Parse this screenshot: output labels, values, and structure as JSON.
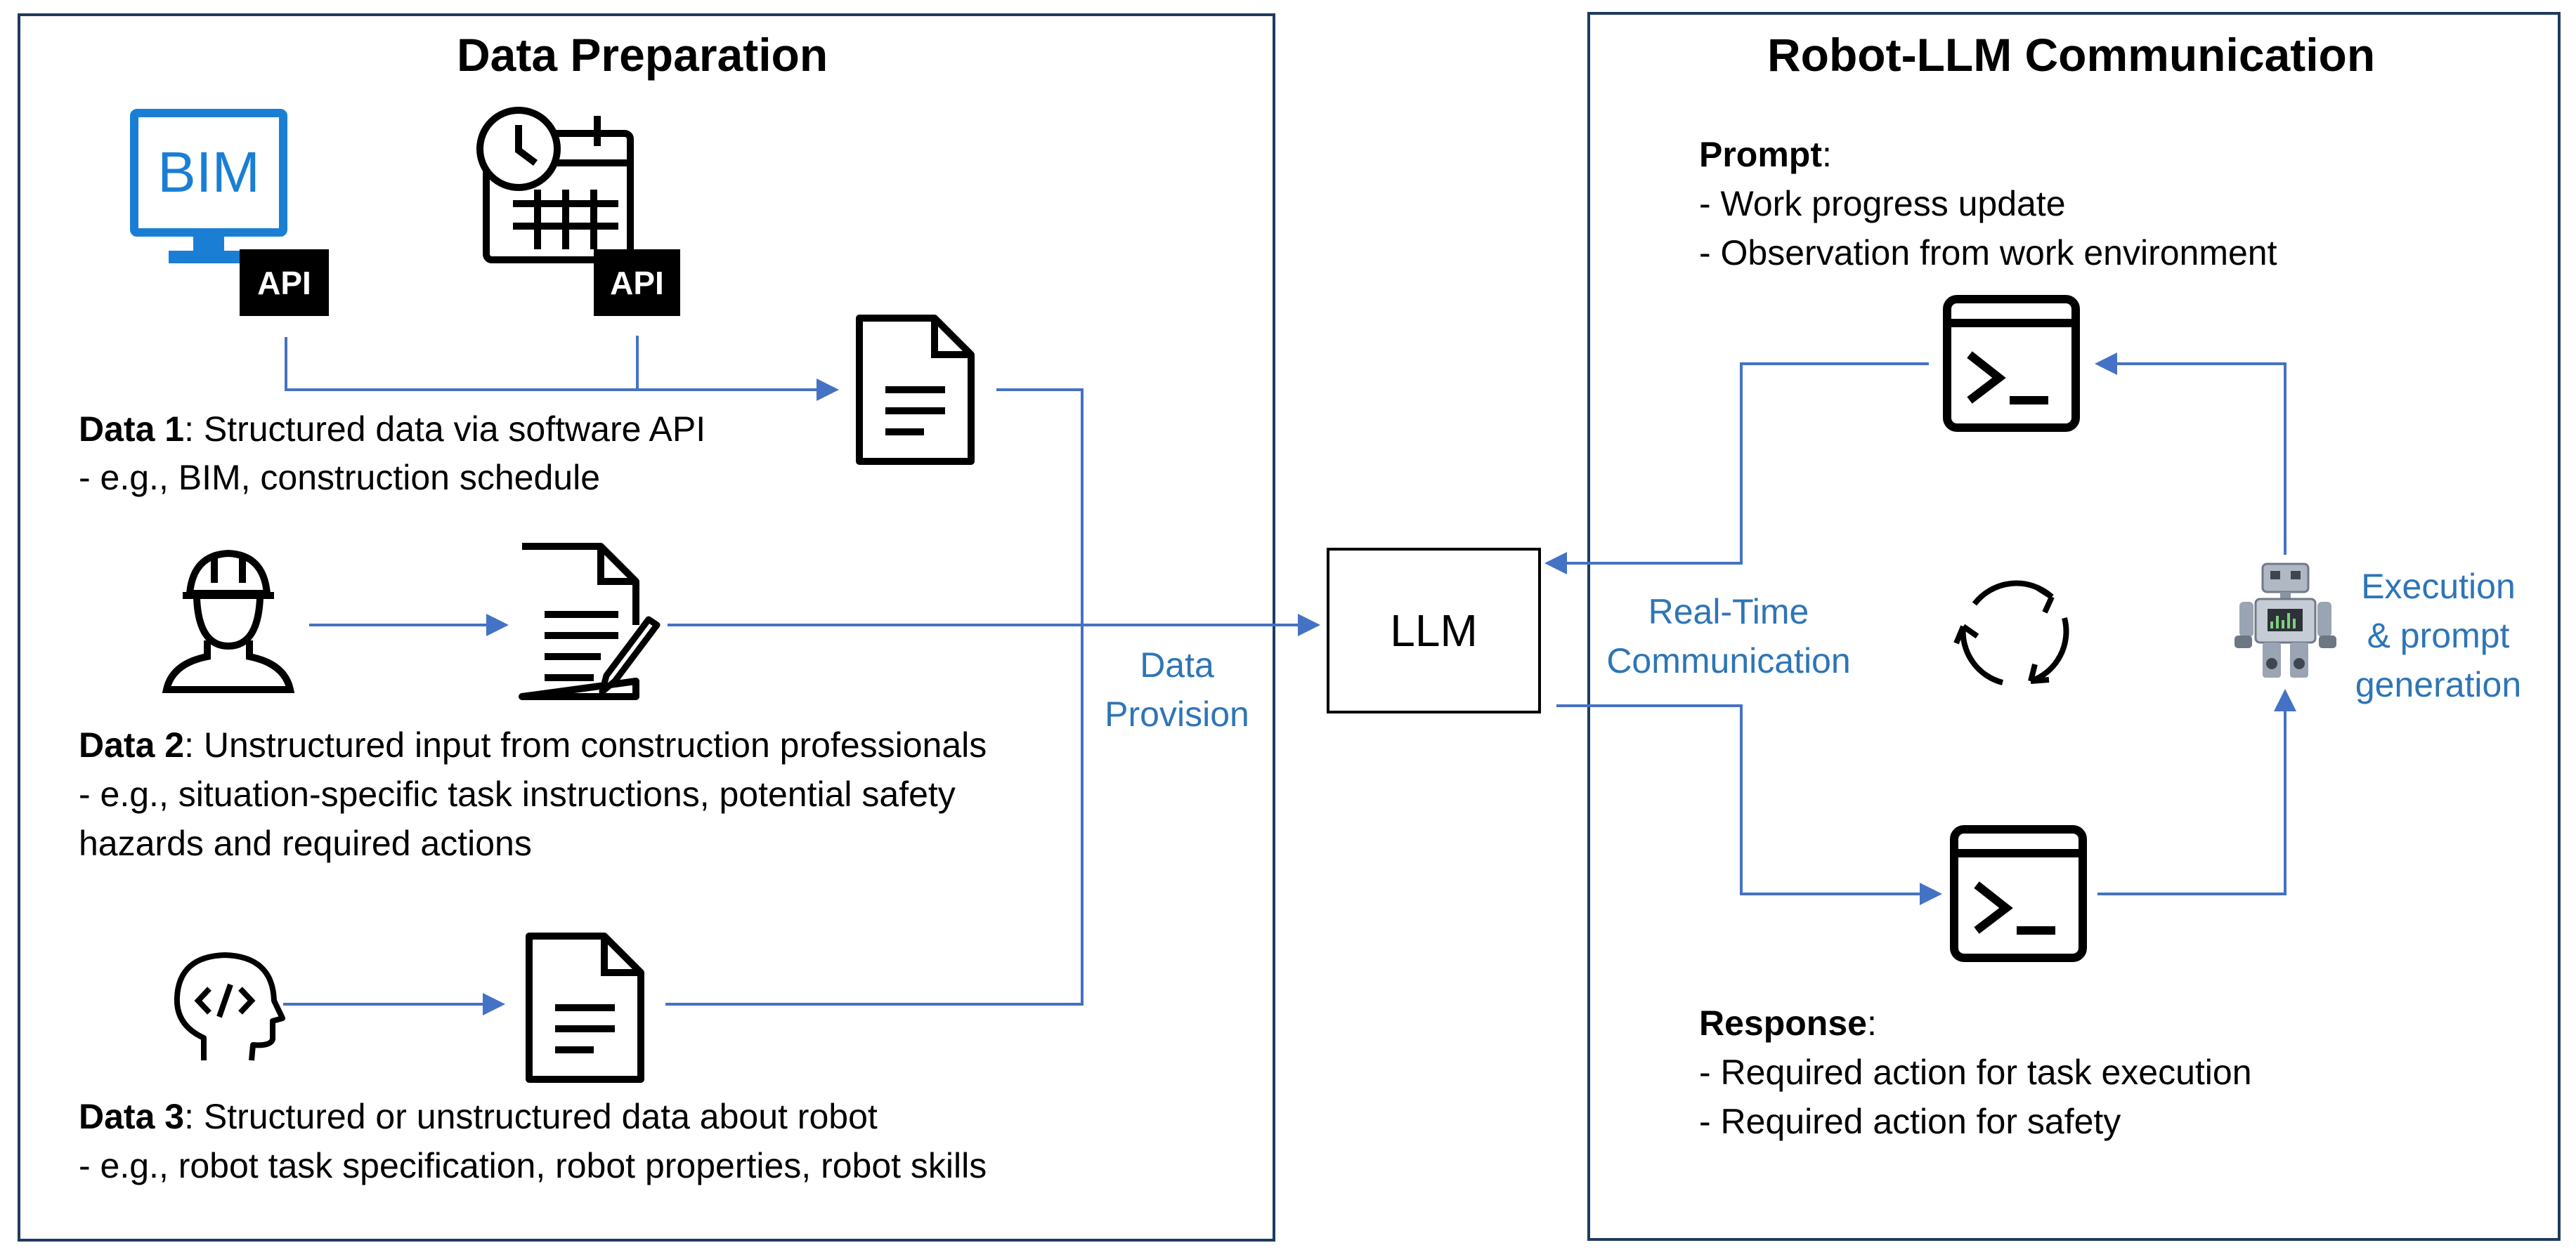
{
  "left_panel": {
    "title": "Data Preparation",
    "bim_label": "BIM",
    "api_label_1": "API",
    "api_label_2": "API",
    "data1": {
      "heading": "Data 1",
      "rest": ": Structured data via software API",
      "line2": "- e.g., BIM, construction schedule"
    },
    "data2": {
      "heading": "Data 2",
      "rest": ": Unstructured input from construction professionals",
      "line2": "- e.g., situation-specific task instructions, potential safety",
      "line3": "hazards and required actions"
    },
    "data3": {
      "heading": "Data 3",
      "rest": ": Structured or unstructured data about robot",
      "line2": "- e.g., robot task specification, robot properties, robot skills"
    },
    "data_provision": {
      "line1": "Data",
      "line2": "Provision"
    }
  },
  "llm": {
    "label": "LLM"
  },
  "right_panel": {
    "title": "Robot-LLM Communication",
    "prompt": {
      "heading": "Prompt",
      "suffix": ":",
      "items": [
        "- Work progress update",
        "- Observation from work environment"
      ]
    },
    "response": {
      "heading": "Response",
      "suffix": ":",
      "items": [
        "- Required action for task execution",
        "- Required action for safety"
      ]
    },
    "realtime": {
      "line1": "Real-Time",
      "line2": "Communication"
    },
    "execution": {
      "line1": "Execution",
      "line2": "& prompt",
      "line3": "generation"
    }
  },
  "colors": {
    "arrow": "#4472c4",
    "label_blue": "#2e75b6",
    "panel_border": "#1f3a5f",
    "bim_blue": "#1a7fd4"
  },
  "icons": [
    "monitor-bim-icon",
    "calendar-clock-icon",
    "document-icon",
    "worker-helmet-icon",
    "document-pen-icon",
    "code-head-icon",
    "terminal-icon",
    "cycle-icon",
    "robot-icon"
  ]
}
